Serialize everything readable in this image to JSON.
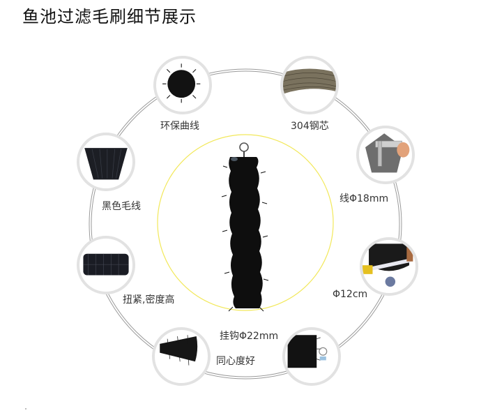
{
  "title": "鱼池过滤毛刷细节展示",
  "colors": {
    "ring": "#9a9a9a",
    "center_circle": "#f2e85a",
    "thumb_border": "#e2e2e2",
    "brush": "#111111",
    "steel": "#7a725e"
  },
  "center": {
    "image": "filter-brush-product"
  },
  "features": [
    {
      "label": "环保曲线",
      "image": "brush-tip-closeup"
    },
    {
      "label": "304钢芯",
      "image": "steel-wire-coil"
    },
    {
      "label": "黑色毛线",
      "image": "black-bristle-bundle"
    },
    {
      "label": "线Φ18mm",
      "image": "caliper-measuring-wire"
    },
    {
      "label": "扭紧,密度高",
      "image": "dense-twisted-brush"
    },
    {
      "label": "Φ12cm",
      "image": "tape-measure-diameter"
    },
    {
      "label": "同心度好",
      "image": "brush-side-view"
    },
    {
      "label": "挂钩Φ22mm",
      "image": "hook-ring-closeup"
    }
  ]
}
